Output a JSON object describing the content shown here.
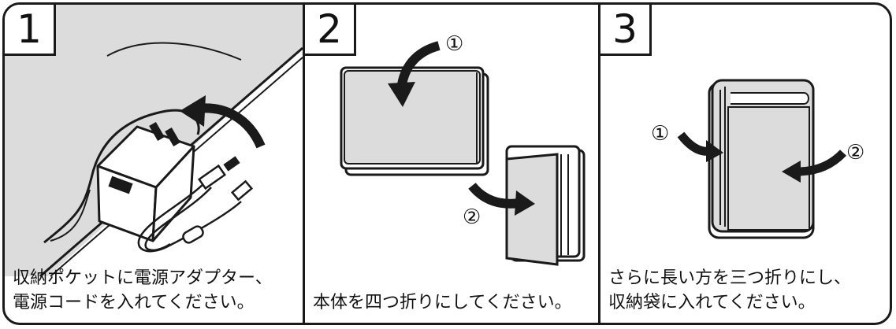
{
  "steps": [
    {
      "number": "1",
      "caption_line1": "収納ポケットに電源アダプター、",
      "caption_line2": "電源コードを入れてください。"
    },
    {
      "number": "2",
      "caption_line1": "本体を四つ折りにしてください。",
      "caption_line2": "",
      "marker1": "①",
      "marker2": "②"
    },
    {
      "number": "3",
      "caption_line1": "さらに長い方を三つ折りにし、",
      "caption_line2": "収納袋に入れてください。",
      "marker1": "①",
      "marker2": "②"
    }
  ],
  "colors": {
    "border": "#1a1a1a",
    "fabric": "#dcdcdc",
    "adapter": "#ffffff"
  }
}
